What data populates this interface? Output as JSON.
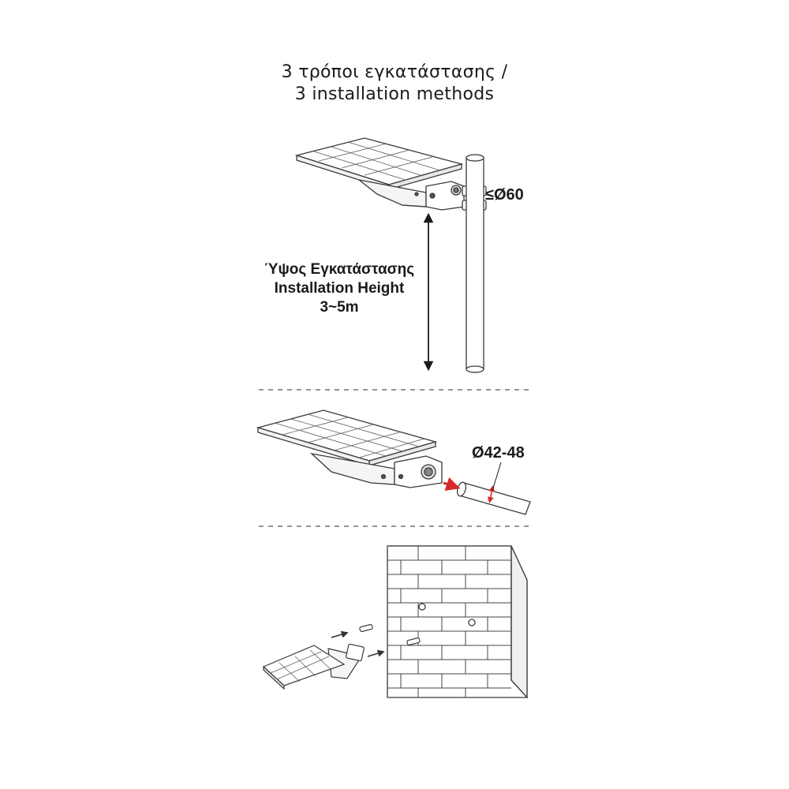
{
  "title": {
    "line1": "3 τρόποι εγκατάστασης /",
    "line2": "3 installation methods"
  },
  "method1": {
    "height_label_gr": "Ύψος Εγκατάστασης",
    "height_label_en": "Installation Height",
    "height_value": "3~5m",
    "pole_diameter": "≤Ø60"
  },
  "method2": {
    "tube_diameter": "Ø42-48"
  },
  "colors": {
    "line": "#3a3a3a",
    "accent_arrow": "#d62828",
    "divider": "#555555"
  }
}
